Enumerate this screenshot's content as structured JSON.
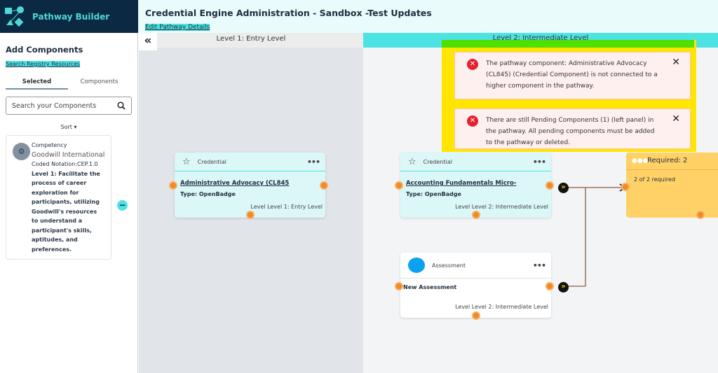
{
  "app": {
    "name": "Pathway Builder",
    "logo_icon": "pathway-logo-icon"
  },
  "header": {
    "title": "Credential Engine Administration - Sandbox -Test Updates",
    "edit_link": "Edit Pathway Details"
  },
  "left_panel": {
    "title": "Add Components",
    "registry_link": "Search Registry Resources",
    "tabs": [
      {
        "label": "Selected",
        "active": true
      },
      {
        "label": "Components",
        "active": false
      }
    ],
    "search_placeholder": "Search your Components",
    "sort_label": "Sort ▾",
    "component": {
      "type": "Competency",
      "org": "Goodwill International",
      "coded": "Coded Notation:CEP.1.0",
      "text": "Level 1: Facilitate the process of career exploration for participants, utilizing Goodwill's resources to understand a participant's skills, aptitudes, and preferences."
    }
  },
  "levels": [
    {
      "label": "Level 1: Entry Level"
    },
    {
      "label": "Level 2: Intermediate Level"
    }
  ],
  "cards": [
    {
      "type": "Credential",
      "name": "Administrative Advocacy (CL845",
      "ctype": "Type: OpenBadge",
      "level": "Level Level 1: Entry Level"
    },
    {
      "type": "Credential",
      "name": "Accounting Fundamentals Micro-",
      "ctype": "Type: OpenBadge",
      "level": "Level Level 2: Intermediate Level"
    },
    {
      "type": "Assessment",
      "name": "New Assessment",
      "level": "Level Level 2: Intermediate Level"
    }
  ],
  "requirement": {
    "title": "Required: 2",
    "sub": "2 of 2 required"
  },
  "alerts": [
    {
      "text": "The pathway component: Administrative Advocacy (CL845) (Credential Component) is not connected to a higher component in the pathway."
    },
    {
      "text": "There are still Pending Components (1) (left panel) in the pathway. All pending components must be added to the pathway or deleted."
    }
  ],
  "colors": {
    "navy": "#0b2942",
    "accent": "#4de3e3",
    "node": "#f08a24",
    "error": "#e5202f",
    "highlight": "#ffe500",
    "required": "#ffd166"
  }
}
